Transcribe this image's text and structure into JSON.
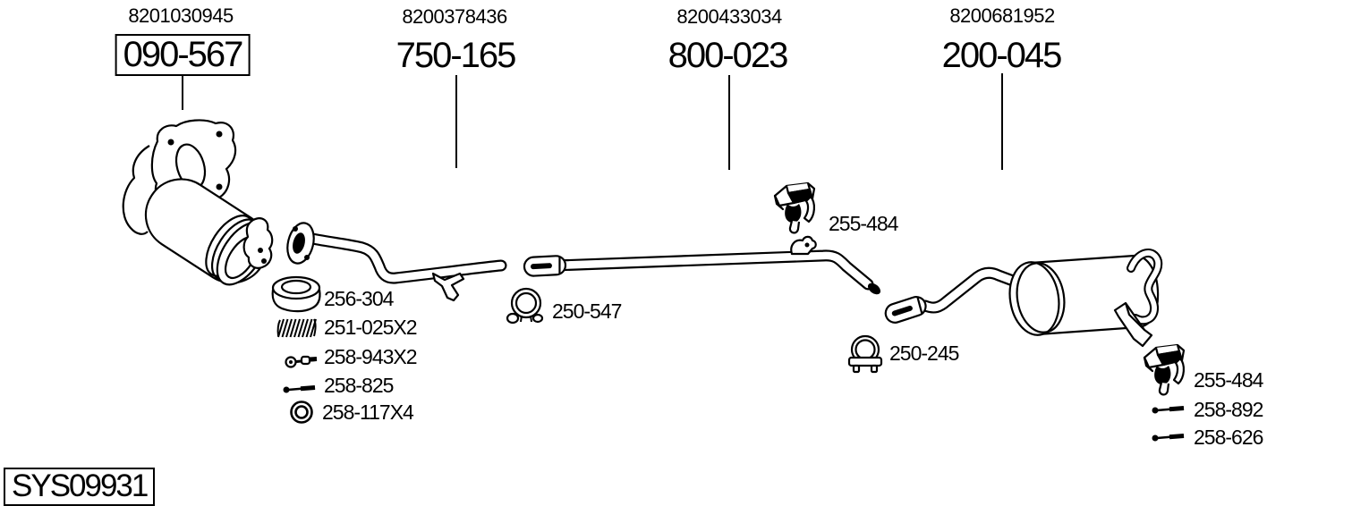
{
  "diagram_type": "exhaust-system-parts-diagram",
  "system_code": "SYS09931",
  "colors": {
    "line": "#000000",
    "background": "#ffffff"
  },
  "assemblies": [
    {
      "oem": "8201030945",
      "ref": "090-567",
      "boxed": true,
      "part": "catalytic-converter"
    },
    {
      "oem": "8200378436",
      "ref": "750-165",
      "boxed": false,
      "part": "front-pipe"
    },
    {
      "oem": "8200433034",
      "ref": "800-023",
      "boxed": false,
      "part": "center-pipe"
    },
    {
      "oem": "8200681952",
      "ref": "200-045",
      "boxed": false,
      "part": "rear-silencer"
    }
  ],
  "mounting_parts_left": [
    {
      "icon": "gasket-ring-icon",
      "label": "256-304"
    },
    {
      "icon": "coil-spring-icon",
      "label": "251-025X2"
    },
    {
      "icon": "spring-bolt-icon",
      "label": "258-943X2"
    },
    {
      "icon": "bolt-icon",
      "label": "258-825"
    },
    {
      "icon": "washer-icon",
      "label": "258-117X4"
    }
  ],
  "callouts": [
    {
      "icon": "pipe-clamp-icon",
      "label": "250-547"
    },
    {
      "icon": "rubber-hanger-icon",
      "label": "255-484"
    },
    {
      "icon": "u-bolt-clamp-icon",
      "label": "250-245"
    }
  ],
  "mounting_parts_right": [
    {
      "icon": "rubber-hanger-icon",
      "label": "255-484"
    },
    {
      "icon": "bolt-icon",
      "label": "258-892"
    },
    {
      "icon": "bolt-icon",
      "label": "258-626"
    }
  ]
}
